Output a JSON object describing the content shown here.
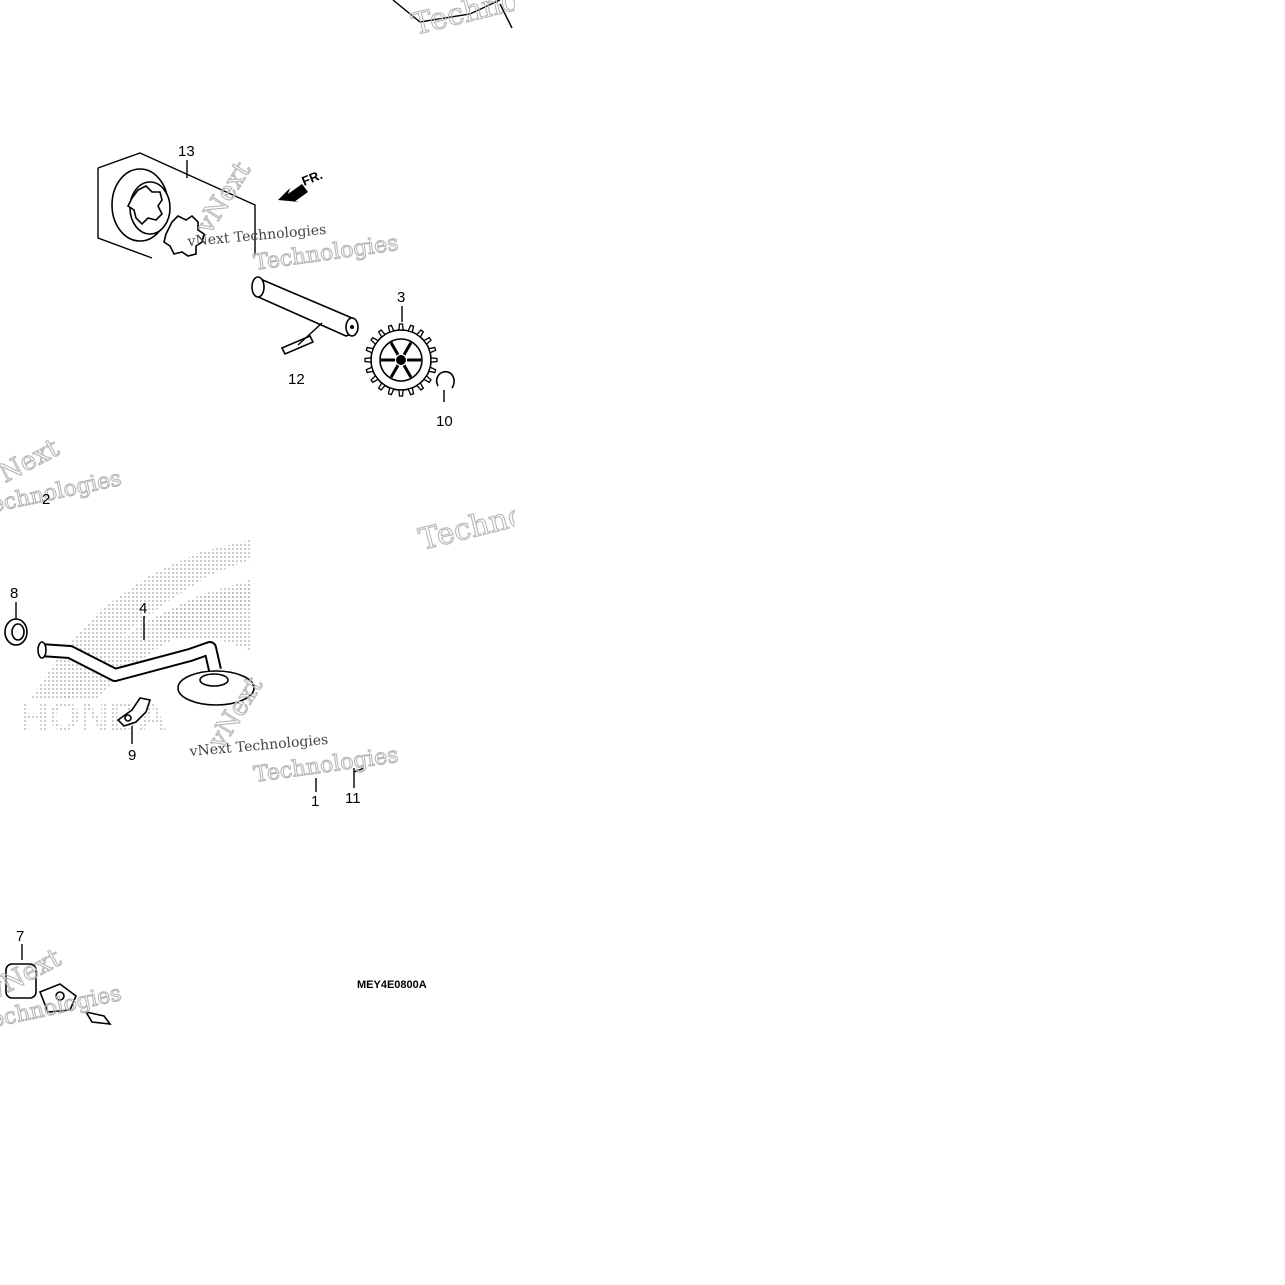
{
  "diagram": {
    "code": "MEY4E0800A",
    "direction_label": "FR.",
    "parts": [
      {
        "id": "13",
        "label": "13"
      },
      {
        "id": "3",
        "label": "3"
      },
      {
        "id": "12",
        "label": "12"
      },
      {
        "id": "10",
        "label": "10"
      },
      {
        "id": "2",
        "label": "2"
      },
      {
        "id": "8",
        "label": "8"
      },
      {
        "id": "4",
        "label": "4"
      },
      {
        "id": "9",
        "label": "9"
      },
      {
        "id": "1",
        "label": "1"
      },
      {
        "id": "11",
        "label": "11"
      },
      {
        "id": "7",
        "label": "7"
      }
    ],
    "watermarks": [
      "vNext Technologies",
      "Technologies",
      "vNext",
      "HONDA"
    ]
  }
}
